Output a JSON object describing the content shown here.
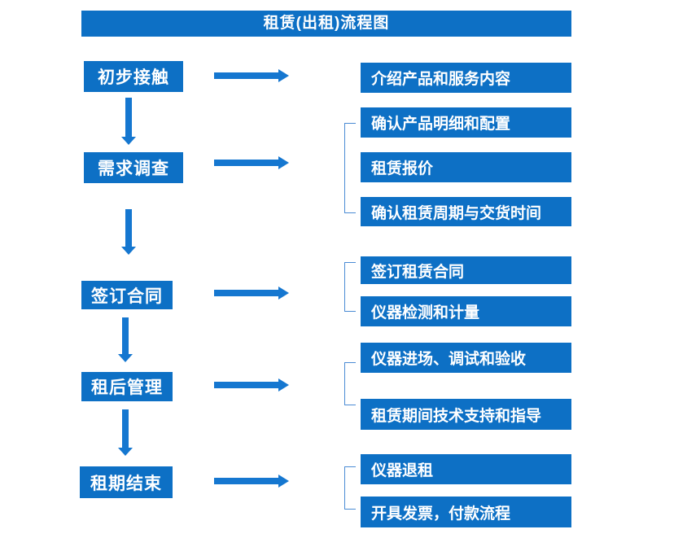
{
  "title": "租赁(出租)流程图",
  "colors": {
    "background": "#ffffff",
    "box_blue": "#0d70c5",
    "arrow_blue": "#1577d0",
    "bracket_blue": "#4a8bd4",
    "text_white": "#ffffff"
  },
  "steps": [
    {
      "label": "初步接触",
      "details": [
        "介绍产品和服务内容"
      ]
    },
    {
      "label": "需求调查",
      "details": [
        "确认产品明细和配置",
        "租赁报价",
        "确认租赁周期与交货时间"
      ]
    },
    {
      "label": "签订合同",
      "details": [
        "签订租赁合同",
        "仪器检测和计量"
      ]
    },
    {
      "label": "租后管理",
      "details": [
        "仪器进场、调试和验收",
        "租赁期间技术支持和指导"
      ]
    },
    {
      "label": "租期结束",
      "details": [
        "仪器退租",
        "开具发票，付款流程"
      ]
    }
  ]
}
